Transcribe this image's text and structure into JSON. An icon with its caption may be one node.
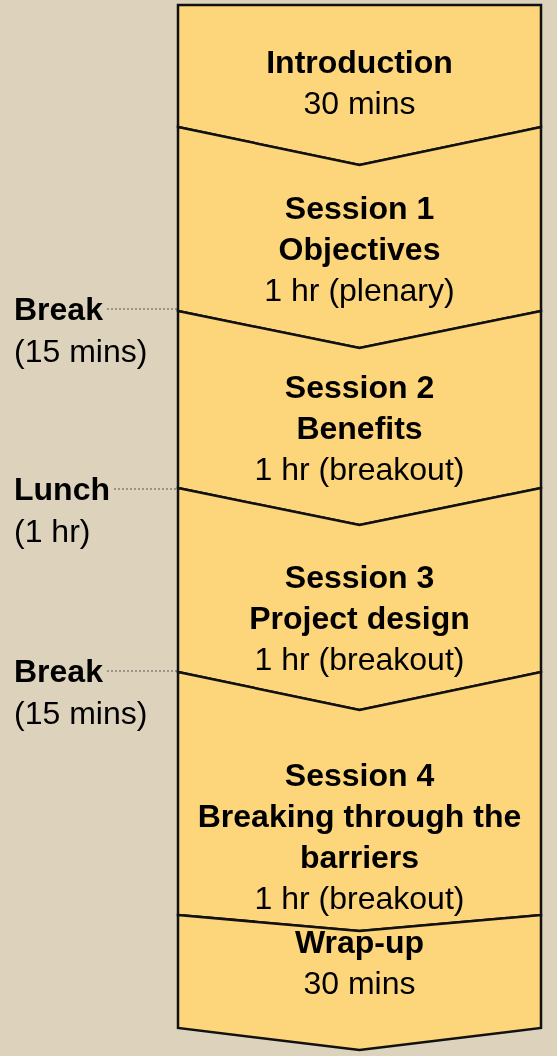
{
  "diagram": {
    "nodes": [
      {
        "text": [
          "Introduction",
          "30 mins"
        ]
      },
      {
        "text": [
          "Session 1",
          "Objectives",
          "1 hr (plenary)"
        ]
      },
      {
        "text": [
          "Session 2",
          "Benefits",
          "1 hr (breakout)"
        ]
      },
      {
        "text": [
          "Session 3",
          "Project design",
          "1 hr (breakout)"
        ]
      },
      {
        "text": [
          "Session 4",
          "Breaking through the barriers",
          "1 hr (breakout)"
        ]
      },
      {
        "text": [
          "Wrap-up",
          "30 mins"
        ]
      },
      {
        "text": [
          "Break",
          "(15 mins)"
        ]
      },
      {
        "text": [
          "Lunch",
          "(1 hr)"
        ]
      },
      {
        "text": [
          "Break",
          "(15 mins)"
        ]
      }
    ],
    "edges": [
      {
        "from": 6,
        "to": 2,
        "arrow": "none",
        "style": "dashed"
      },
      {
        "from": 7,
        "to": 3,
        "arrow": "none",
        "style": "dashed"
      },
      {
        "from": 8,
        "to": 4,
        "arrow": "none",
        "style": "dashed"
      }
    ]
  }
}
